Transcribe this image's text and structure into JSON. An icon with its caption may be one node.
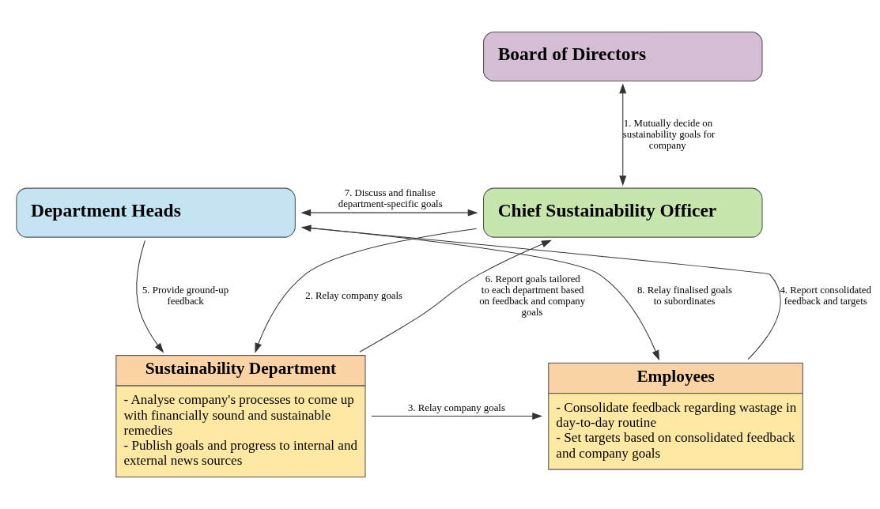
{
  "diagram": {
    "nodes": [
      {
        "text": [
          "Board of Directors"
        ]
      },
      {
        "text": [
          "Department Heads"
        ]
      },
      {
        "text": [
          "Chief Sustainability Officer"
        ]
      },
      {
        "text": [
          "Employees",
          "- Consolidate feedback regarding wastage in day-to-day routine",
          "- Set targets based on consolidated feedback and company goals"
        ]
      },
      {
        "text": [
          "Sustainability Department",
          "- Analyse company's processes to come up with financially sound and sustainable remedies",
          "- Publish goals and progress to internal and external news sources"
        ]
      }
    ],
    "edges": [
      {
        "from": 0,
        "to": 2,
        "arrow": "both",
        "label": "1. Mutually decide on sustainability goals for company"
      },
      {
        "from": 2,
        "to": 4,
        "arrow": "to",
        "label": "2. Relay company goals"
      },
      {
        "from": 4,
        "to": 3,
        "arrow": "to",
        "label": "3. Relay company goals"
      },
      {
        "from": 3,
        "to": 1,
        "arrow": "to",
        "label": "4. Report consolidated feedback and targets"
      },
      {
        "from": 1,
        "to": 4,
        "arrow": "to",
        "label": "5. Provide ground-up feedback"
      },
      {
        "from": 4,
        "to": 2,
        "arrow": "to",
        "label": "6. Report goals tailored to each department based on feedback and company goals"
      },
      {
        "from": 1,
        "to": 2,
        "arrow": "both",
        "label": "7. Discuss and finalise department-specific goals"
      },
      {
        "from": 1,
        "to": 3,
        "arrow": "to",
        "label": "8. Relay finalised goals to subordinates"
      }
    ]
  }
}
